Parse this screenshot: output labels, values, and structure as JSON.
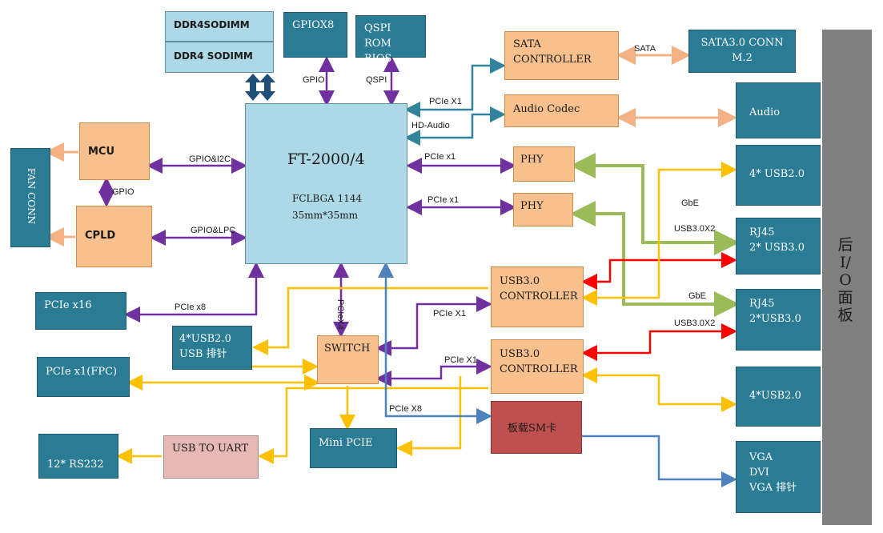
{
  "blocks": {
    "ddr4_sodimm_a": "DDR4SODIMM",
    "ddr4_sodimm_b": "DDR4  SODIMM",
    "gpiox8": "GPIOX8",
    "qspi_rom_1": "QSPI ROM",
    "qspi_rom_2": "BIOS",
    "sata_controller_1": "SATA",
    "sata_controller_2": "CONTROLLER",
    "audio_codec": "Audio Codec",
    "sata_conn_1": "SATA3.0  CONN",
    "sata_conn_2": "M.2",
    "audio_out": "Audio",
    "fan_conn": "FAN CONN",
    "mcu": "MCU",
    "cpld": "CPLD",
    "cpu_name": "FT-2000/4",
    "cpu_pkg": "FCLBGA 1144",
    "cpu_size": "35mm*35mm",
    "phy_1": "PHY",
    "phy_2": "PHY",
    "usb20_top": "4* USB2.0",
    "rj45_1_line1": "RJ45",
    "rj45_1_line2": "2* USB3.0",
    "rj45_2_line1": "RJ45",
    "rj45_2_line2": "2*USB3.0",
    "usb20_bottom": "4*USB2.0",
    "video_1": "VGA",
    "video_2": "DVI",
    "video_3": "VGA 排针",
    "rear_panel": "后I/O面板",
    "usb3_ctrl_1_line1": "USB3.0",
    "usb3_ctrl_1_line2": "CONTROLLER",
    "usb3_ctrl_2_line1": "USB3.0",
    "usb3_ctrl_2_line2": "CONTROLLER",
    "pcie_x16": "PCIe x16",
    "usb_header_1": "4*USB2.0",
    "usb_header_2": "USB 排针",
    "pcie_x1_fpc": "PCIe x1(FPC)",
    "switch": "SWITCH",
    "sm_card": "板载SM卡",
    "rs232": "12* RS232",
    "usb_to_uart": "USB TO UART",
    "mini_pcie": "Mini PCIE"
  },
  "link_labels": {
    "gpio_top": "GPIO",
    "qspi": "QSPI",
    "pcie_x1_sata": "PCIe X1",
    "hd_audio": "HD-Audio",
    "sata": "SATA",
    "gpio_i2c": "GPIO&I2C",
    "gpio_mid": "GPIO",
    "gpio_lpc": "GPIO&LPC",
    "pcie_x1_phy1": "PCIe x1",
    "pcie_x1_phy2": "PCIe x1",
    "gbe_1": "GbE",
    "usb30x2_1": "USB3.0X2",
    "gbe_2": "GbE",
    "usb30x2_2": "USB3.0X2",
    "pcie_x8_left": "PCIe x8",
    "pcie_x4": "PCIeX4",
    "pcie_x1_usb3_1": "PCIe X1",
    "pcie_x1_usb3_2": "PCIe X1",
    "pcie_x8_sm": "PCIe X8"
  },
  "colors": {
    "teal": "#2a7b94",
    "peach": "#f8c08c",
    "cpu_blue": "#add8e6",
    "purple": "#7030a0",
    "teal_link": "#31849b",
    "orange_link": "#f4b183",
    "yellow_link": "#ffc000",
    "green_link": "#9bbb59",
    "red_link": "#ff0000",
    "blue_link": "#4f81bd",
    "navy_arrow": "#1f4e79"
  }
}
